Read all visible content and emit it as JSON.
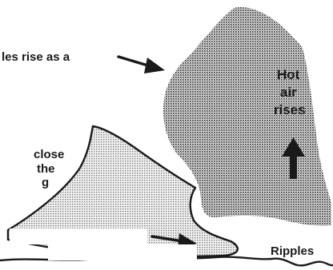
{
  "labels": {
    "bubbles_fragment": "les rise as a",
    "hot": "Hot",
    "air": "air",
    "rises": "rises",
    "enclose_fragment": "close",
    "the_fragment": "the",
    "g_fragment": "g",
    "ripples": "Ripples"
  },
  "colors": {
    "ink": "#1a1a1a",
    "stipple": "#555555",
    "background": "#ffffff"
  }
}
